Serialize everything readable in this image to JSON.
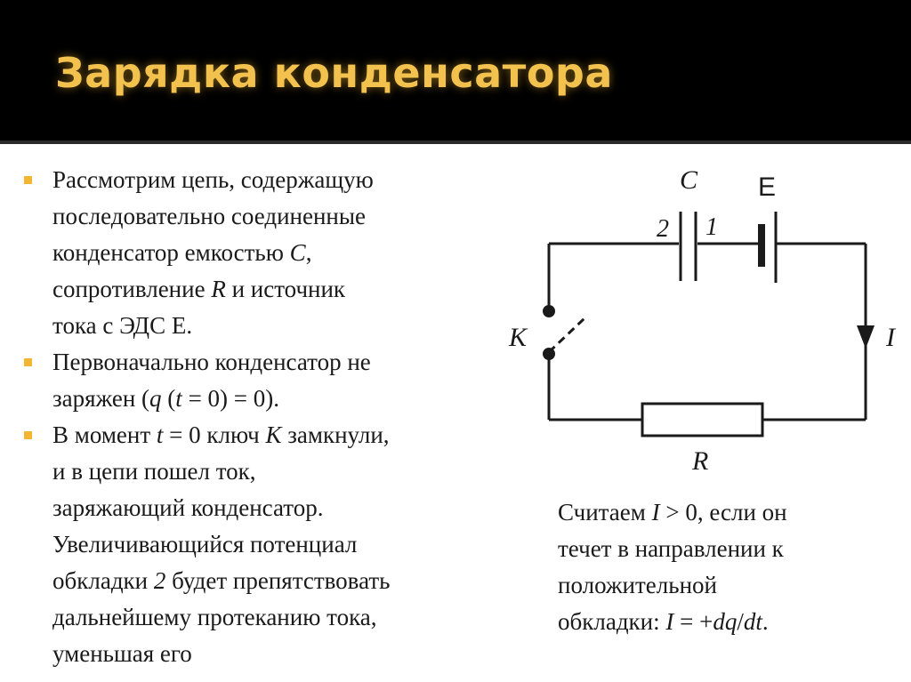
{
  "slide": {
    "title": "Зарядка конденсатора"
  },
  "bullets": [
    {
      "lines": [
        [
          {
            "t": "Рассмотрим цепь, содержащую"
          }
        ],
        [
          {
            "t": "последовательно соединенные"
          }
        ],
        [
          {
            "t": "конденсатор емкостью "
          },
          {
            "t": "C",
            "i": true
          },
          {
            "t": ","
          }
        ],
        [
          {
            "t": "сопротивление "
          },
          {
            "t": "R",
            "i": true
          },
          {
            "t": " и источник"
          }
        ],
        [
          {
            "t": "тока с ЭДС E."
          }
        ]
      ]
    },
    {
      "lines": [
        [
          {
            "t": "Первоначально конденсатор не"
          }
        ],
        [
          {
            "t": "заряжен ("
          },
          {
            "t": "q",
            "i": true
          },
          {
            "t": " ("
          },
          {
            "t": "t",
            "i": true
          },
          {
            "t": " = 0) = 0)."
          }
        ]
      ]
    },
    {
      "lines": [
        [
          {
            "t": "В момент "
          },
          {
            "t": "t",
            "i": true
          },
          {
            "t": " = 0 ключ "
          },
          {
            "t": "K",
            "i": true
          },
          {
            "t": " замкнули,"
          }
        ],
        [
          {
            "t": "и в цепи пошел ток,"
          }
        ],
        [
          {
            "t": "заряжающий конденсатор."
          }
        ],
        [
          {
            "t": "Увеличивающийся потенциал"
          }
        ],
        [
          {
            "t": "обкладки "
          },
          {
            "t": "2",
            "i": true
          },
          {
            "t": " будет препятствовать"
          }
        ],
        [
          {
            "t": "дальнейшему протеканию тока,"
          }
        ],
        [
          {
            "t": "уменьшая его"
          }
        ]
      ]
    }
  ],
  "circuit": {
    "labels": {
      "capacitor": "C",
      "emf": "E",
      "plate_left": "2",
      "plate_right": "1",
      "switch": "K",
      "current": "I",
      "resistor": "R"
    }
  },
  "note": {
    "lines": [
      [
        {
          "t": "Считаем "
        },
        {
          "t": "I",
          "i": true
        },
        {
          "t": " > 0, если он"
        }
      ],
      [
        {
          "t": "течет в направлении к"
        }
      ],
      [
        {
          "t": "положительной"
        }
      ],
      [
        {
          "t": "обкладки: "
        },
        {
          "t": "I",
          "i": true
        },
        {
          "t": " = +"
        },
        {
          "t": "dq",
          "i": true
        },
        {
          "t": "/"
        },
        {
          "t": "dt",
          "i": true
        },
        {
          "t": "."
        }
      ]
    ]
  },
  "colors": {
    "header_bg": "#000000",
    "title": "#f2c14e",
    "bullet_mark": "#f2b632",
    "text": "#1a1a1a",
    "wire": "#1a1a1a"
  }
}
